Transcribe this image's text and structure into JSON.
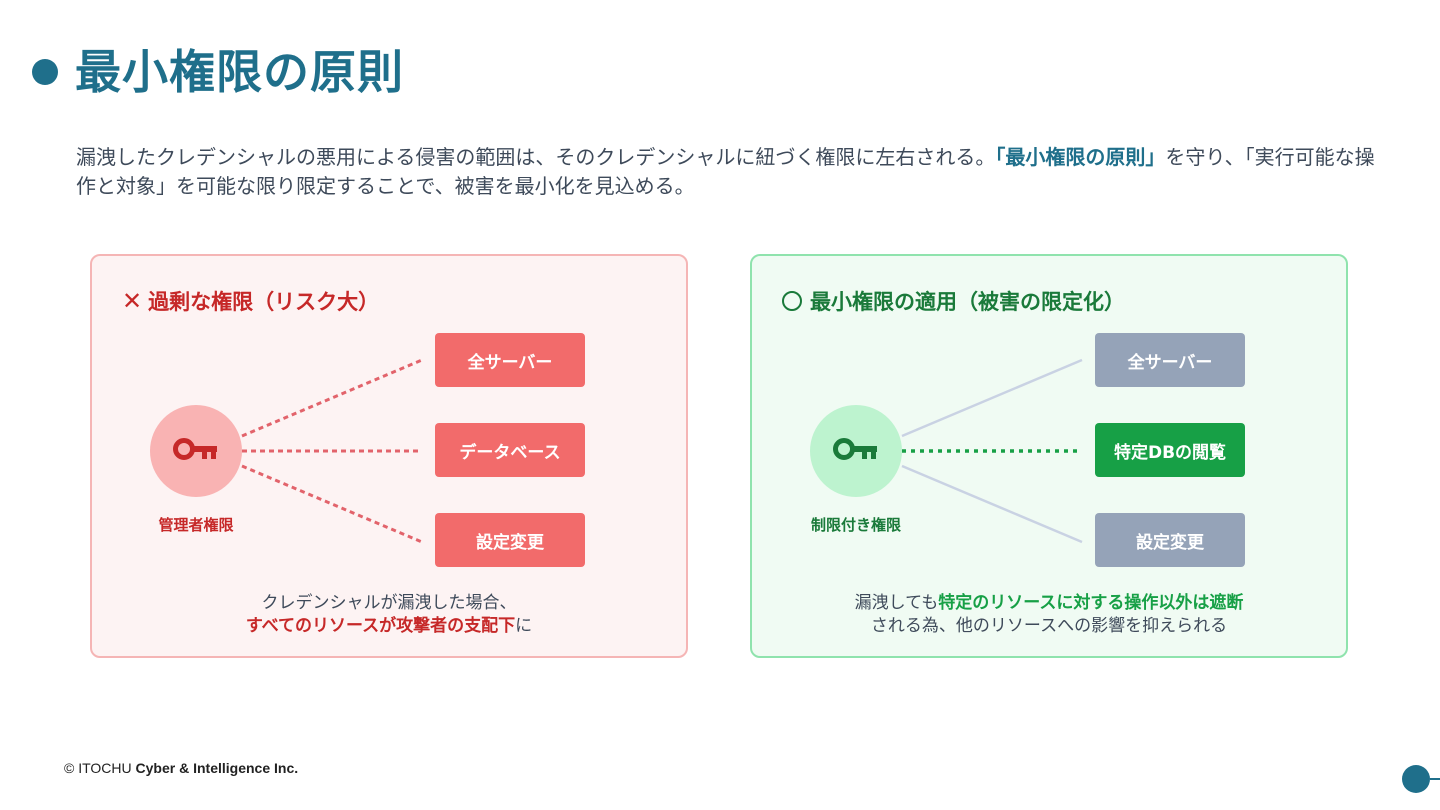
{
  "title": "最小権限の原則",
  "intro": {
    "part1": "漏洩したクレデンシャルの悪用による侵害の範囲は、そのクレデンシャルに紐づく権限に左右される。",
    "highlight": "「最小権限の原則」",
    "part2": "を守り、「実行可能な操作と対象」を可能な限り限定することで、被害を最小化を見込める。"
  },
  "left_panel": {
    "mark": "✕",
    "heading": "過剰な権限（リスク大）",
    "key_label": "管理者権限",
    "resources": [
      "全サーバー",
      "データベース",
      "設定変更"
    ],
    "note_line1": "クレデンシャルが漏洩した場合、",
    "note_em": "すべてのリソースが攻撃者の支配下",
    "note_tail": "に"
  },
  "right_panel": {
    "heading": "最小権限の適用（被害の限定化）",
    "key_label": "制限付き権限",
    "resources": [
      "全サーバー",
      "特定DBの閲覧",
      "設定変更"
    ],
    "note_pre": "漏洩しても",
    "note_em": "特定のリソースに対する操作以外は遮断",
    "note_line2": "される為、他のリソースへの影響を抑えられる"
  },
  "footer": {
    "copyright": "© ITOCHU ",
    "brand": "Cyber & Intelligence Inc."
  },
  "colors": {
    "primary": "#1f6f8b",
    "danger": "#c62828",
    "danger_box": "#f26b6b",
    "success": "#17a046",
    "muted_box": "#95a3b8"
  },
  "icons": {
    "key": "key-icon",
    "cross": "cross-mark",
    "circle": "circle-mark"
  }
}
